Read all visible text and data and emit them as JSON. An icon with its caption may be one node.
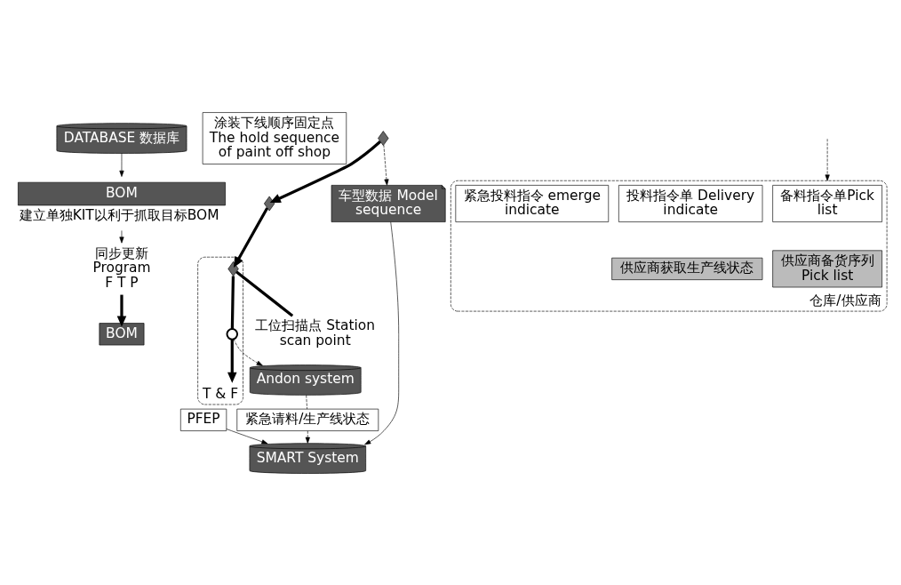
{
  "diagram": {
    "nodes": [
      {
        "text": [
          "同步更新",
          "Program",
          "F T P"
        ]
      },
      {
        "text": [
          "BOM"
        ],
        "beside": [
          "建立单独KIT以利于抓取目标BOM"
        ]
      },
      {
        "text": [
          "DATABASE 数据库"
        ]
      },
      {
        "text": [
          "涂装下线顺序固定点",
          "The hold sequence of paint off shop"
        ]
      },
      {
        "text": [
          "BOM"
        ]
      },
      {
        "text": [
          "SMART System"
        ]
      },
      {
        "text": [
          "PFEP"
        ]
      },
      {
        "text": [
          "车型数据 Model sequence"
        ]
      },
      {
        "text": [],
        "shape": "diamond"
      },
      {
        "text": [
          "T & F"
        ]
      },
      {
        "text": [],
        "shape": "diamond"
      },
      {
        "text": [],
        "shape": "circle",
        "in": 9
      },
      {
        "text": [],
        "shape": "diamond",
        "in": 9
      },
      {
        "text": [
          "紧急请料/生产线状态"
        ]
      },
      {
        "text": [
          "Andon system"
        ]
      },
      {
        "text": [
          "工位扫描点 Station scan point"
        ]
      },
      {
        "text": [
          "仓库/供应商"
        ]
      },
      {
        "text": [
          "备料指令单Pick list"
        ],
        "in": 16
      },
      {
        "text": [
          "投料指令单 Delivery indicate"
        ],
        "in": 16
      },
      {
        "text": [
          "紧急投料指令 emerge indicate"
        ],
        "in": 16
      },
      {
        "text": [
          "供应商备货序列 Pick list"
        ],
        "in": 16
      },
      {
        "text": [
          "供应商获取生产线状态"
        ],
        "in": 16
      }
    ],
    "edges": [
      {
        "from": 2,
        "to": 1,
        "arrow": "to"
      },
      {
        "from": 1,
        "to": 0,
        "arrow": "to"
      },
      {
        "from": 0,
        "to": 4,
        "arrow": "to",
        "style": "thick"
      },
      {
        "from": 6,
        "to": 5,
        "arrow": "to"
      },
      {
        "from": 7,
        "to": 5,
        "arrow": "to"
      },
      {
        "from": 8,
        "to": 7,
        "arrow": "to",
        "style": "dashed"
      },
      {
        "from": 8,
        "to": 10,
        "arrow": "to",
        "style": "thick"
      },
      {
        "from": 10,
        "to": 12,
        "arrow": "to",
        "style": "thick"
      },
      {
        "from": 12,
        "to": 11,
        "arrow": "none",
        "style": "thick"
      },
      {
        "from": 11,
        "to": null,
        "arrow": "to",
        "style": "thick"
      },
      {
        "from": 11,
        "to": 14,
        "arrow": "to",
        "style": "dashed"
      },
      {
        "from": 14,
        "to": 13,
        "arrow": "none",
        "style": "dashed"
      },
      {
        "from": 13,
        "to": 5,
        "arrow": "to",
        "style": "dashed"
      },
      {
        "from": null,
        "to": 16,
        "arrow": "to",
        "style": "dashed"
      },
      {
        "from": 12,
        "to": 15,
        "arrow": "none",
        "style": "thick"
      }
    ]
  }
}
